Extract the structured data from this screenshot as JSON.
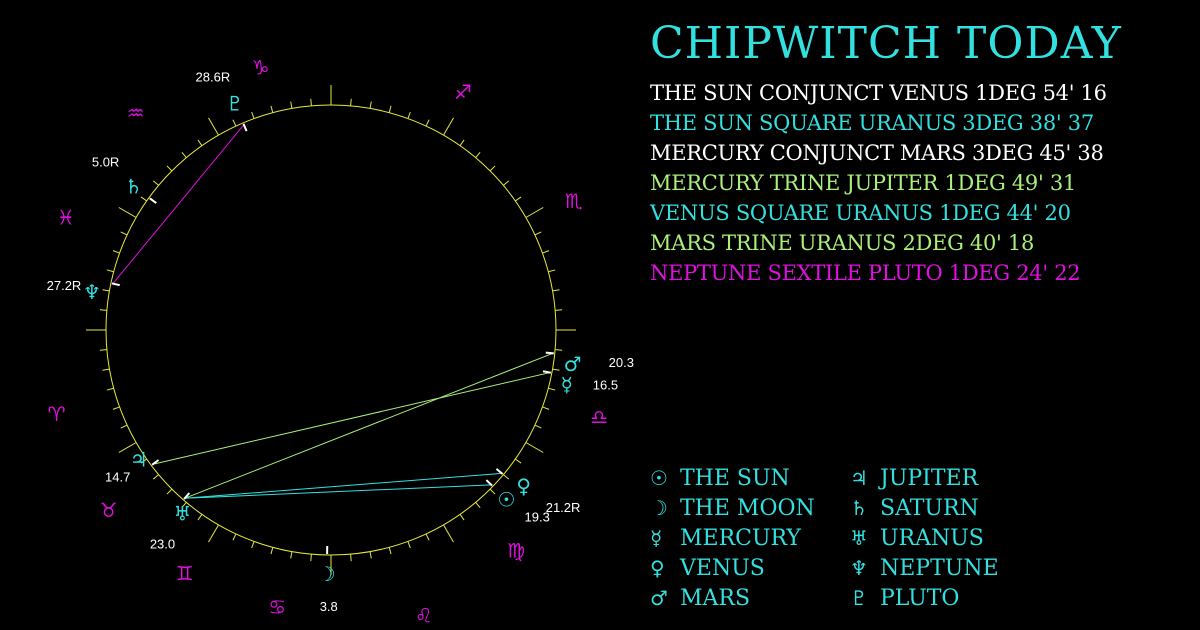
{
  "title": "CHIPWITCH TODAY",
  "colors": {
    "title": "#33e0e0",
    "white": "#ffffff",
    "cyan": "#33e0e0",
    "green": "#aaf07a",
    "magenta": "#e010e0",
    "wheel": "#e8e83a",
    "sign": "#e010e0"
  },
  "aspects": [
    {
      "text": "THE SUN CONJUNCT VENUS 1DEG 54' 16",
      "color": "#ffffff"
    },
    {
      "text": "THE SUN SQUARE URANUS 3DEG 38' 37",
      "color": "#33e0e0"
    },
    {
      "text": "MERCURY CONJUNCT MARS 3DEG 45' 38",
      "color": "#ffffff"
    },
    {
      "text": "MERCURY TRINE JUPITER 1DEG 49' 31",
      "color": "#aaf07a"
    },
    {
      "text": "VENUS SQUARE URANUS 1DEG 44' 20",
      "color": "#33e0e0"
    },
    {
      "text": "MARS TRINE URANUS 2DEG 40' 18",
      "color": "#aaf07a"
    },
    {
      "text": "NEPTUNE SEXTILE PLUTO 1DEG 24' 22",
      "color": "#e010e0"
    }
  ],
  "legend": [
    {
      "glyph": "☉",
      "label": "THE SUN",
      "name": "sun"
    },
    {
      "glyph": "☽",
      "label": "THE MOON",
      "name": "moon"
    },
    {
      "glyph": "☿",
      "label": "MERCURY",
      "name": "mercury"
    },
    {
      "glyph": "♀",
      "label": "VENUS",
      "name": "venus"
    },
    {
      "glyph": "♂",
      "label": "MARS",
      "name": "mars"
    },
    {
      "glyph": "♃",
      "label": "JUPITER",
      "name": "jupiter"
    },
    {
      "glyph": "♄",
      "label": "SATURN",
      "name": "saturn"
    },
    {
      "glyph": "♅",
      "label": "URANUS",
      "name": "uranus"
    },
    {
      "glyph": "♆",
      "label": "NEPTUNE",
      "name": "neptune"
    },
    {
      "glyph": "♇",
      "label": "PLUTO",
      "name": "pluto"
    }
  ],
  "signs": [
    {
      "glyph": "♑",
      "name": "capricorn"
    },
    {
      "glyph": "♐",
      "name": "sagittarius"
    },
    {
      "glyph": "♏",
      "name": "scorpio"
    },
    {
      "glyph": "♎",
      "name": "libra"
    },
    {
      "glyph": "♍",
      "name": "virgo"
    },
    {
      "glyph": "♌",
      "name": "leo"
    },
    {
      "glyph": "♋",
      "name": "cancer"
    },
    {
      "glyph": "♊",
      "name": "gemini"
    },
    {
      "glyph": "♉",
      "name": "taurus"
    },
    {
      "glyph": "♈",
      "name": "aries"
    },
    {
      "glyph": "♓",
      "name": "pisces"
    },
    {
      "glyph": "♒",
      "name": "aquarius"
    }
  ],
  "planets": [
    {
      "name": "pluto",
      "glyph": "♇",
      "degree": "28.6R"
    },
    {
      "name": "saturn",
      "glyph": "♄",
      "degree": "5.0R"
    },
    {
      "name": "neptune",
      "glyph": "♆",
      "degree": "27.2R"
    },
    {
      "name": "mars",
      "glyph": "♂",
      "degree": "20.3"
    },
    {
      "name": "mercury",
      "glyph": "☿",
      "degree": "16.5"
    },
    {
      "name": "venus",
      "glyph": "♀",
      "degree": "21.2R"
    },
    {
      "name": "sun",
      "glyph": "☉",
      "degree": "19.3"
    },
    {
      "name": "jupiter",
      "glyph": "♃",
      "degree": "14.7"
    },
    {
      "name": "uranus",
      "glyph": "♅",
      "degree": "23.0"
    },
    {
      "name": "moon",
      "glyph": "☽",
      "degree": "3.8"
    }
  ]
}
